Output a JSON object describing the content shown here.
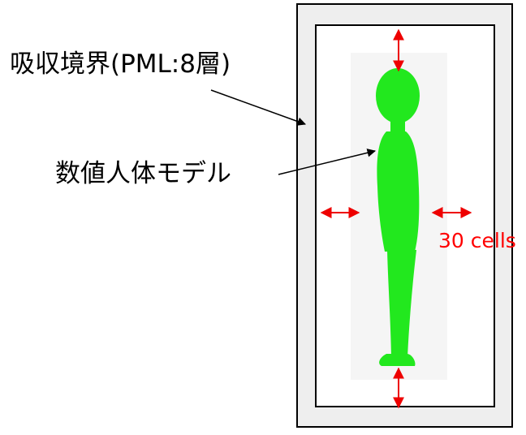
{
  "labels": {
    "absorbing_boundary": "吸収境界(PML:8層)",
    "numerical_human_model": "数値人体モデル",
    "margin_cells": "30 cells"
  },
  "colors": {
    "outer_box_fill": "#eeeeee",
    "inner_box_fill": "#ffffff",
    "body_region_fill": "#f5f5f5",
    "human_model": "#22e81e",
    "arrow": "#ee0000",
    "leader_line": "#000000",
    "text": "#000000",
    "annotation_text": "#ff0000"
  },
  "icons": {
    "figure": "human-figure-side-view",
    "margin_arrows": "double-headed-arrow"
  }
}
